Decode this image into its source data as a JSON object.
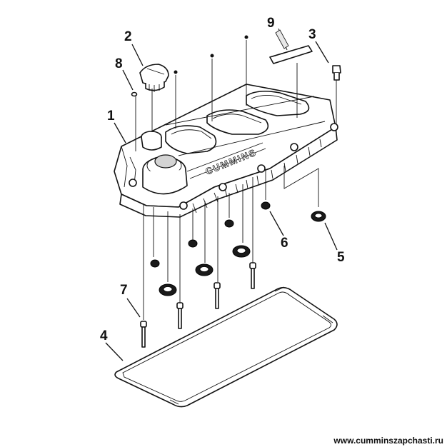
{
  "diagram": {
    "callouts": [
      "1",
      "2",
      "3",
      "4",
      "5",
      "6",
      "7",
      "8",
      "9"
    ],
    "cover_brand_text": "CUMMINS",
    "watermark": "www.cumminszapchasti.ru"
  },
  "colors": {
    "line": "#111111",
    "background": "#ffffff",
    "ring_fill": "#1a1a1a"
  }
}
